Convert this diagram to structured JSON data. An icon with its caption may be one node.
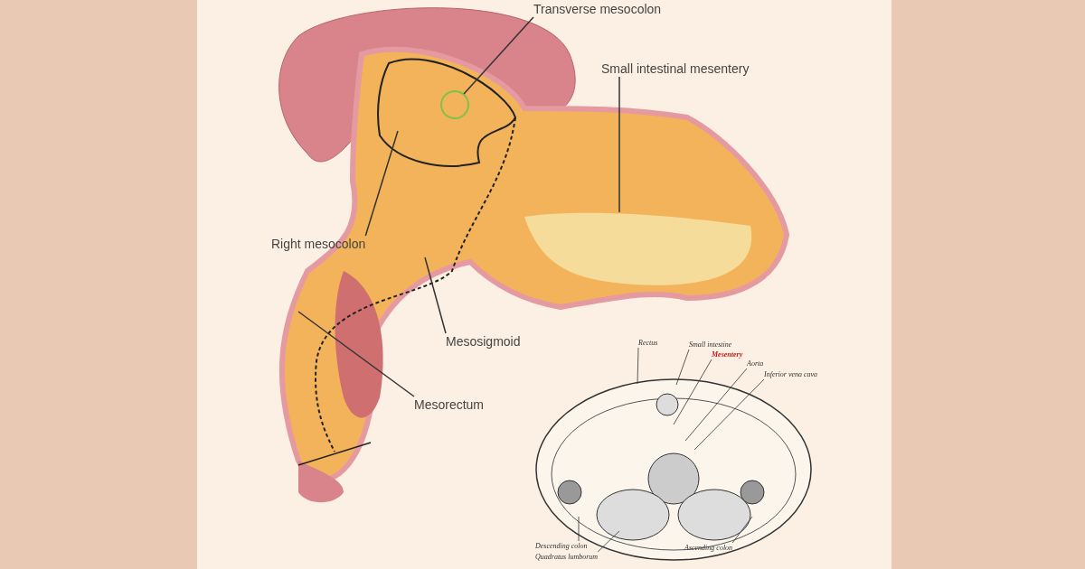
{
  "diagram": {
    "nodes": [
      {
        "text": [
          "Transverse mesocolon"
        ]
      },
      {
        "text": [
          "Small intestinal mesentery"
        ]
      },
      {
        "text": [
          "Right mesocolon"
        ]
      },
      {
        "text": [
          "Mesosigmoid"
        ]
      },
      {
        "text": [
          "Mesorectum"
        ]
      },
      {
        "text": [
          "Rectus"
        ]
      },
      {
        "text": [
          "Small intestine"
        ]
      },
      {
        "text": [
          "Mesentery"
        ]
      },
      {
        "text": [
          "Aorta"
        ]
      },
      {
        "text": [
          "Inferior vena cava"
        ]
      },
      {
        "text": [
          "Descending colon"
        ]
      },
      {
        "text": [
          "Quadratus lumborum"
        ]
      },
      {
        "text": [
          "Ascending colon"
        ]
      }
    ],
    "edges": [
      {
        "from": 0,
        "to": null,
        "arrow": "none"
      },
      {
        "from": 1,
        "to": null,
        "arrow": "none"
      },
      {
        "from": 2,
        "to": null,
        "arrow": "none"
      },
      {
        "from": 3,
        "to": null,
        "arrow": "none"
      },
      {
        "from": 4,
        "to": null,
        "arrow": "none"
      },
      {
        "from": 5,
        "to": null,
        "arrow": "none"
      },
      {
        "from": 6,
        "to": null,
        "arrow": "none"
      },
      {
        "from": 7,
        "to": null,
        "arrow": "none"
      },
      {
        "from": 8,
        "to": null,
        "arrow": "none"
      },
      {
        "from": 9,
        "to": null,
        "arrow": "none"
      },
      {
        "from": 10,
        "to": null,
        "arrow": "none"
      },
      {
        "from": 11,
        "to": null,
        "arrow": "none"
      },
      {
        "from": 12,
        "to": null,
        "arrow": "none"
      }
    ]
  }
}
